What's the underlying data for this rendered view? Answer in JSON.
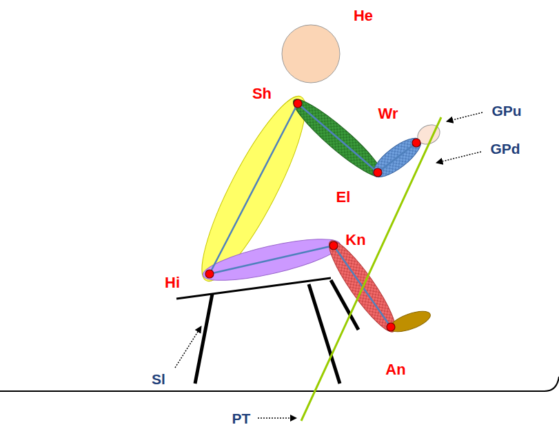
{
  "diagram": {
    "labels": [
      "He",
      "Sh",
      "Wr",
      "GPu",
      "GPd",
      "El",
      "Kn",
      "Hi",
      "Sl",
      "An",
      "PT"
    ]
  }
}
